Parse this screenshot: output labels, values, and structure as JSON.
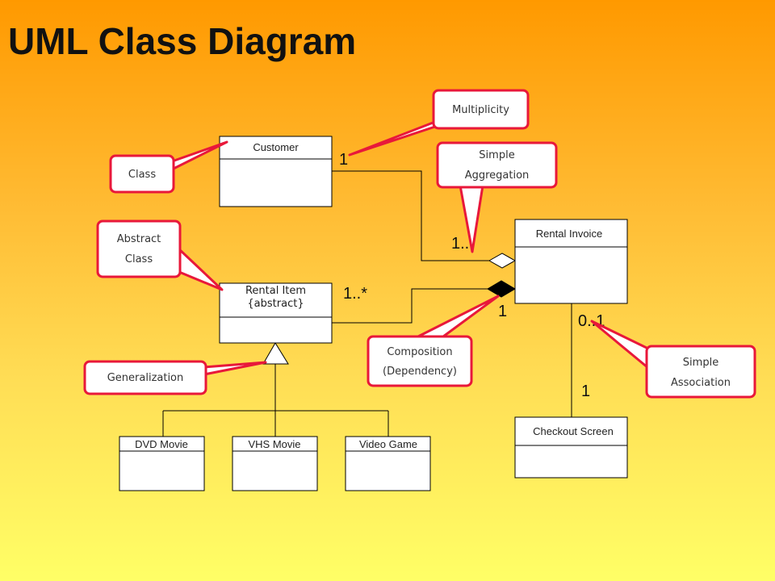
{
  "title": "UML Class Diagram",
  "classes": {
    "customer": "Customer",
    "rental_item": {
      "name": "Rental Item",
      "stereotype": "{abstract}"
    },
    "rental_invoice": "Rental Invoice",
    "checkout_screen": "Checkout Screen",
    "dvd_movie": "DVD Movie",
    "vhs_movie": "VHS Movie",
    "video_game": "Video Game"
  },
  "multiplicities": {
    "customer_end": "1",
    "invoice_aggregation_end": "1..*",
    "rental_item_end": "1..*",
    "invoice_composition_end": "1",
    "invoice_association_end": "0..1",
    "checkout_end": "1"
  },
  "callouts": {
    "multiplicity": "Multiplicity",
    "class": "Class",
    "simple_aggregation": [
      "Simple",
      "Aggregation"
    ],
    "abstract_class": [
      "Abstract",
      "Class"
    ],
    "generalization": "Generalization",
    "composition": [
      "Composition",
      "(Dependency)"
    ],
    "simple_association": [
      "Simple",
      "Association"
    ]
  },
  "colors": {
    "callout_border": "#e8183a",
    "callout_fill": "#ffffff",
    "class_border": "#000000",
    "background_top": "#ff9900",
    "background_bottom": "#ffff66"
  }
}
